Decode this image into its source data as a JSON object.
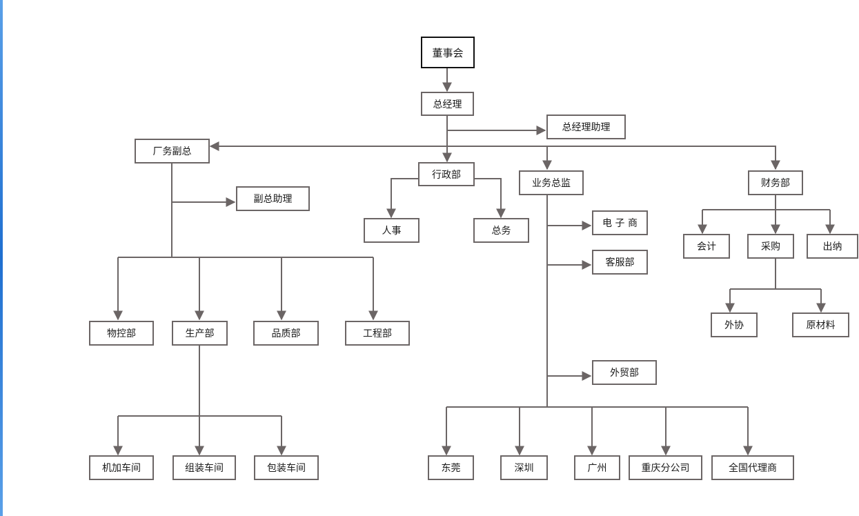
{
  "colors": {
    "line": "#6b6565",
    "node_border": "#6b6565",
    "root_border": "#111111",
    "edge_accent": "#1f6fd0"
  },
  "nodes": {
    "board": "董事会",
    "gm": "总经理",
    "gm_assistant": "总经理助理",
    "factory_vp": "厂务副总",
    "vp_assistant": "副总助理",
    "admin": "行政部",
    "hr": "人事",
    "general_affairs": "总务",
    "sales_director": "业务总监",
    "ecommerce": "电 子 商",
    "customer_service": "客服部",
    "foreign_trade": "外贸部",
    "finance": "财务部",
    "accounting": "会计",
    "purchasing": "采购",
    "cashier": "出纳",
    "outsourcing": "外协",
    "raw_materials": "原材料",
    "material_control": "物控部",
    "production": "生产部",
    "quality": "品质部",
    "engineering": "工程部",
    "machining": "机加车间",
    "assembly": "组装车间",
    "packaging": "包装车间",
    "dongguan": "东莞",
    "shenzhen": "深圳",
    "guangzhou": "广州",
    "chongqing": "重庆分公司",
    "national_agents": "全国代理商"
  }
}
